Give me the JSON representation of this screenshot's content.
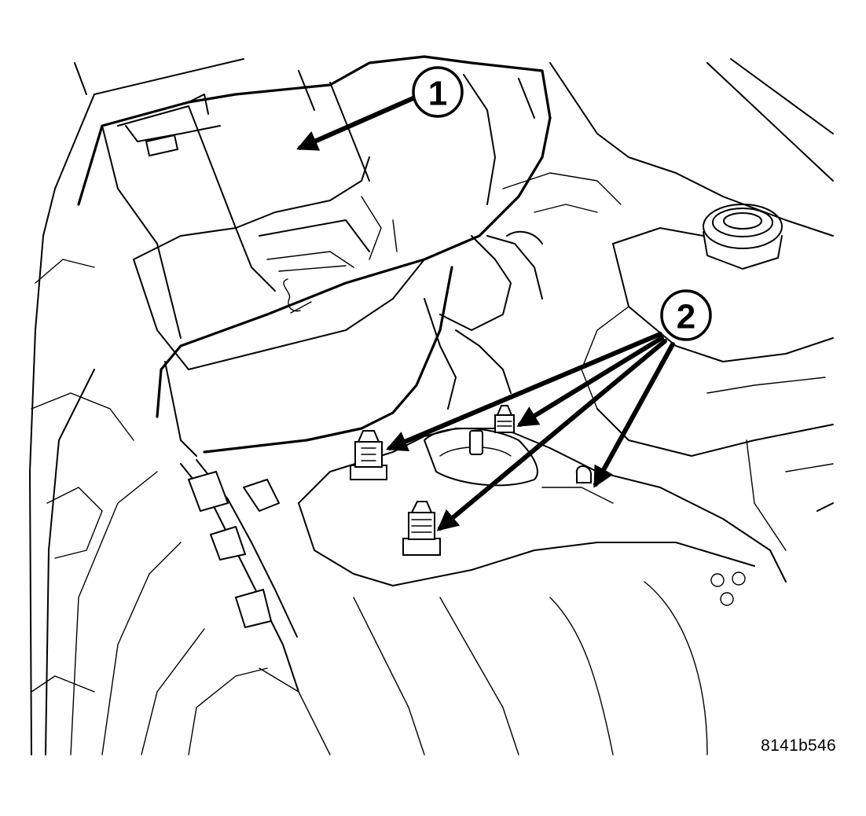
{
  "callouts": [
    {
      "number": "1"
    },
    {
      "number": "2"
    }
  ],
  "figure_id": "8141b546"
}
